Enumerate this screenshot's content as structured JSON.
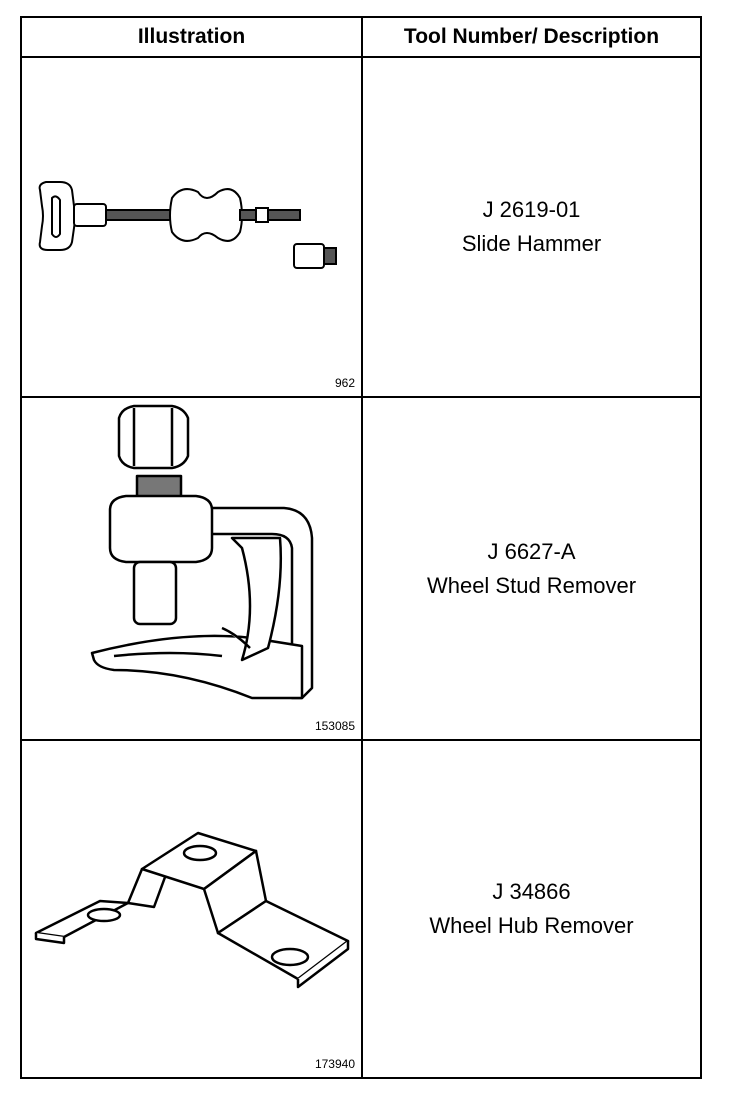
{
  "header": {
    "illustration": "Illustration",
    "tool": "Tool Number/ Description"
  },
  "rows": [
    {
      "figure_number": "962",
      "tool_number": "J 2619-01",
      "description": "Slide Hammer",
      "icon": "slide-hammer"
    },
    {
      "figure_number": "153085",
      "tool_number": "J 6627-A",
      "description": "Wheel Stud Remover",
      "icon": "wheel-stud-remover"
    },
    {
      "figure_number": "173940",
      "tool_number": "J 34866",
      "description": "Wheel Hub Remover",
      "icon": "wheel-hub-remover"
    }
  ]
}
